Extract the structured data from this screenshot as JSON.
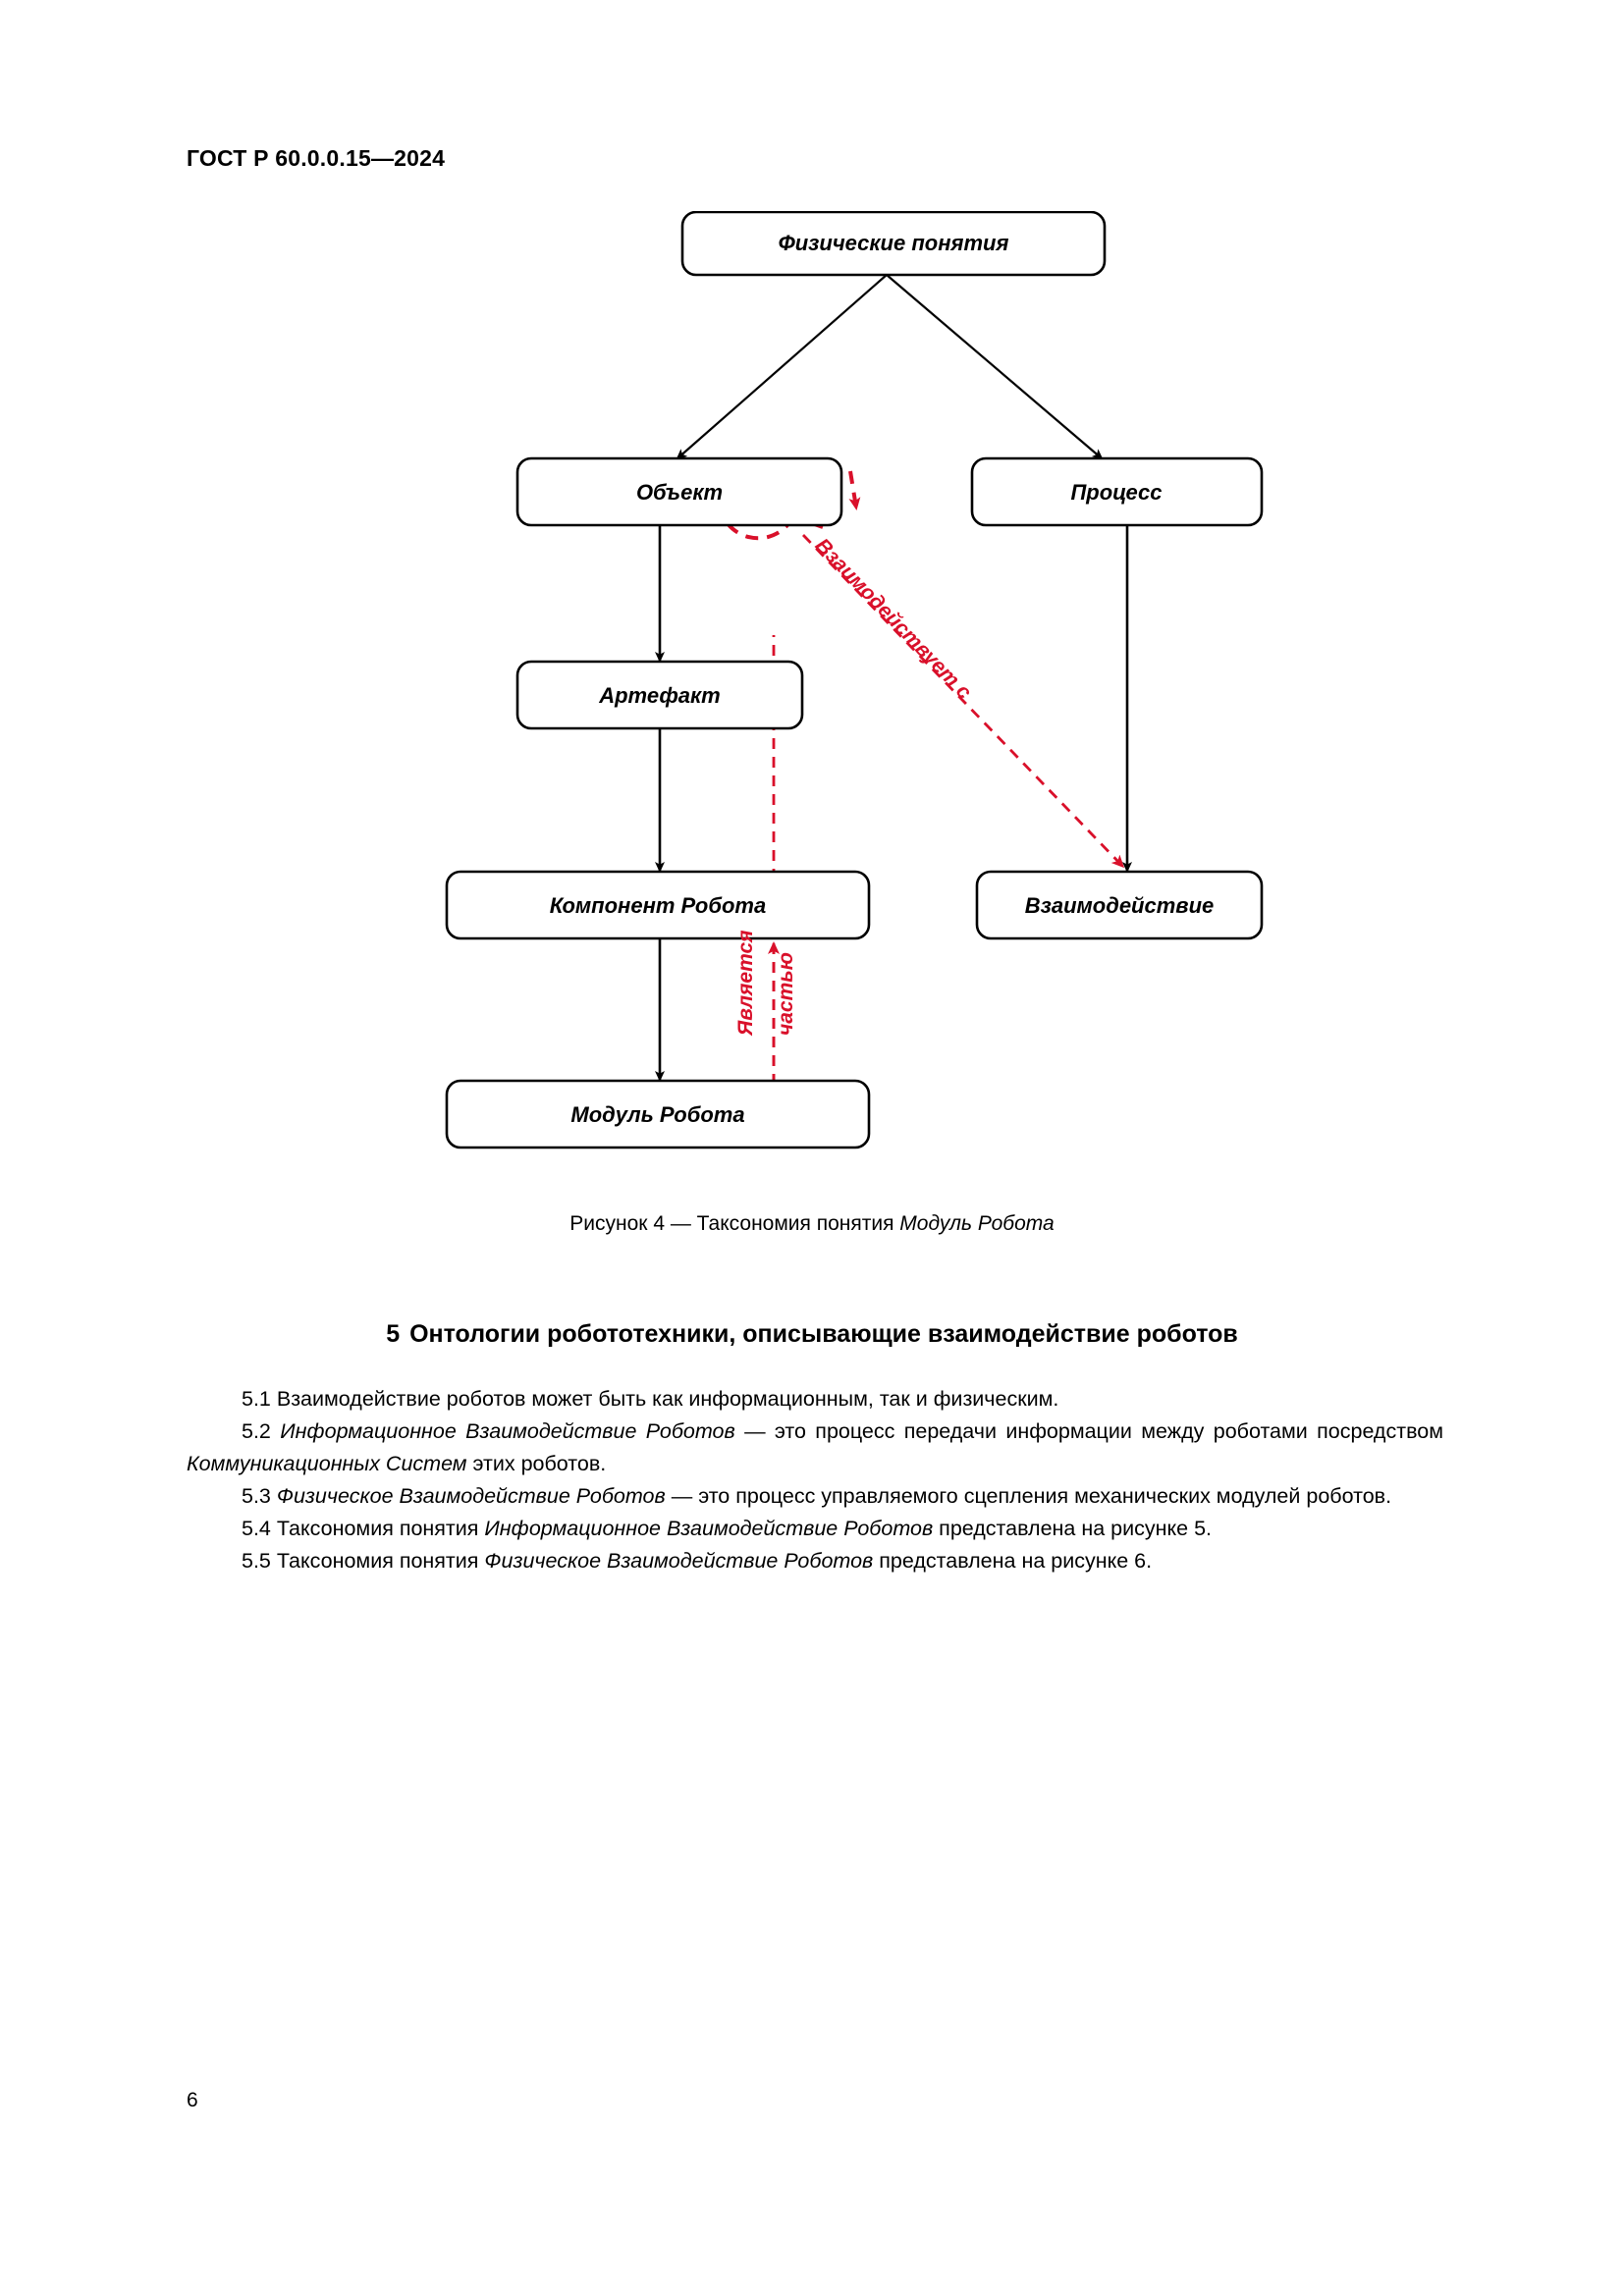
{
  "header": {
    "standard_id": "ГОСТ Р 60.0.0.15—2024"
  },
  "figure": {
    "caption_prefix": "Рисунок 4 — Таксономия понятия ",
    "caption_italic": "Модуль Робота",
    "nodes": {
      "physical_concepts": "Физические понятия",
      "object": "Объект",
      "process": "Процесс",
      "artifact": "Артефакт",
      "robot_component": "Компонент Робота",
      "interaction": "Взаимодействие",
      "robot_module": "Модуль  Робота"
    },
    "edge_labels": {
      "interacts_with": "Взаимодействует с",
      "is_part_of_line1": "Является",
      "is_part_of_line2": "частью"
    },
    "colors": {
      "node_stroke": "#000000",
      "node_fill": "#ffffff",
      "relation_red": "#d9102a"
    }
  },
  "section": {
    "number": "5",
    "title": "Онтологии робототехники, описывающие взаимодействие роботов"
  },
  "paragraphs": [
    {
      "id": "5.1",
      "runs": [
        {
          "text": "5.1  Взаимодействие роботов может быть как информационным, так и физическим.",
          "style": "normal"
        }
      ]
    },
    {
      "id": "5.2",
      "runs": [
        {
          "text": "5.2 ",
          "style": "normal"
        },
        {
          "text": "Информационное Взаимодействие Роботов",
          "style": "italic"
        },
        {
          "text": " — это процесс передачи информации между роботами посредством ",
          "style": "normal"
        },
        {
          "text": "Коммуникационных Систем",
          "style": "italic"
        },
        {
          "text": " этих роботов.",
          "style": "normal"
        }
      ]
    },
    {
      "id": "5.3",
      "runs": [
        {
          "text": "5.3 ",
          "style": "normal"
        },
        {
          "text": "Физическое Взаимодействие Роботов",
          "style": "italic"
        },
        {
          "text": " — это процесс управляемого сцепления механических модулей роботов.",
          "style": "normal"
        }
      ]
    },
    {
      "id": "5.4",
      "runs": [
        {
          "text": "5.4 Таксономия понятия ",
          "style": "normal"
        },
        {
          "text": "Информационное Взаимодействие Роботов",
          "style": "italic"
        },
        {
          "text": " представлена на рисунке 5.",
          "style": "normal"
        }
      ]
    },
    {
      "id": "5.5",
      "runs": [
        {
          "text": "5.5  Таксономия понятия ",
          "style": "normal"
        },
        {
          "text": "Физическое Взаимодействие Роботов",
          "style": "italic"
        },
        {
          "text": " представлена на рисунке 6.",
          "style": "normal"
        }
      ]
    }
  ],
  "footer": {
    "page_number": "6"
  }
}
